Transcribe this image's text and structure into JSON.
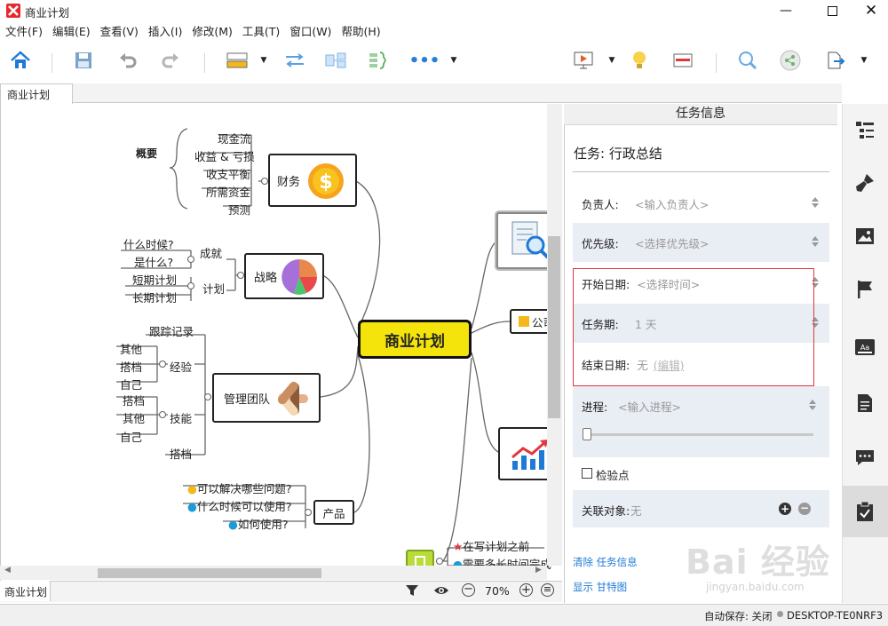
{
  "app": {
    "title": "商业计划"
  },
  "menu": [
    "文件(F)",
    "编辑(E)",
    "查看(V)",
    "插入(I)",
    "修改(M)",
    "工具(T)",
    "窗口(W)",
    "帮助(H)"
  ],
  "tabs": {
    "document": "商业计划",
    "sheet": "商业计划"
  },
  "map": {
    "central": "商业计划",
    "finance": {
      "label": "财务",
      "summary": "概要",
      "items": [
        "现金流",
        "收益 & 亏损",
        "收支平衡",
        "所需资金",
        "预测"
      ]
    },
    "strategy": {
      "label": "战略",
      "groups": [
        {
          "label": "成就",
          "items": [
            "什么时候?",
            "是什么?"
          ]
        },
        {
          "label": "计划",
          "items": [
            "短期计划",
            "长期计划"
          ]
        }
      ]
    },
    "team": {
      "label": "管理团队",
      "record": "跟踪记录",
      "experience": {
        "label": "经验",
        "items": [
          "其他",
          "搭档",
          "自己"
        ]
      },
      "skills": {
        "label": "技能",
        "items": [
          "搭档",
          "其他",
          "自己"
        ]
      },
      "partner": "搭档"
    },
    "product": {
      "label": "产品",
      "items": [
        "可以解决哪些问题?",
        "什么时候可以使用?",
        "如何使用?"
      ]
    },
    "company": {
      "label": "公司"
    },
    "bottom_items": [
      "在写计划之前",
      "需要多长时间完成"
    ]
  },
  "zoom": "70%",
  "panel": {
    "header": "任务信息",
    "task_title": "任务: 行政总结",
    "fields": [
      {
        "label": "负责人:",
        "value": "<输入负责人>"
      },
      {
        "label": "优先级:",
        "value": "<选择优先级>"
      },
      {
        "label": "开始日期:",
        "value": "<选择时间>"
      },
      {
        "label": "任务期:",
        "value": "1 天"
      },
      {
        "label": "结束日期:",
        "value": "无"
      },
      {
        "label": "进程:",
        "value": "<输入进程>"
      }
    ],
    "edit_link": "(编辑)",
    "progress": 0,
    "checkpoint": "检验点",
    "related": {
      "label": "关联对象:",
      "value": "无"
    },
    "links": [
      "清除 任务信息",
      "显示 甘特图"
    ]
  },
  "status": {
    "autosave": "自动保存: 关闭",
    "computer": "DESKTOP-TE0NRF3"
  },
  "watermark": {
    "text": "Bai 经验",
    "sub": "jingyan.baidu.com"
  },
  "colors": {
    "central_fill": "#f5e40c",
    "accent": "#1e7ad6",
    "highlight_red": "#e0383e"
  }
}
